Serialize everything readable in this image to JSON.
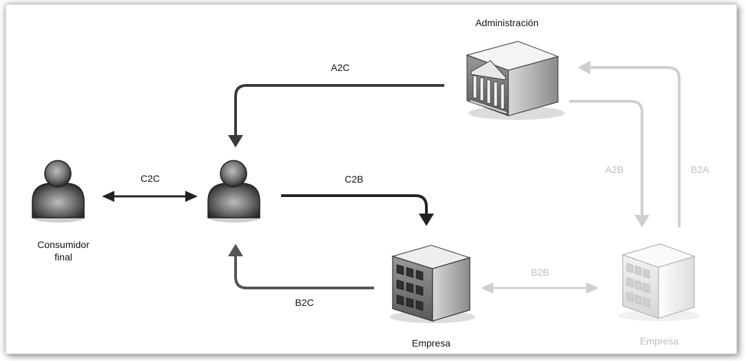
{
  "nodes": {
    "administracion": {
      "label": "Administración"
    },
    "consumidor_final": {
      "label_line1": "Consumidor",
      "label_line2": "final"
    },
    "empresa": {
      "label": "Empresa"
    },
    "empresa_externa": {
      "label": "Empresa"
    }
  },
  "edges": {
    "a2c": "A2C",
    "c2c": "C2C",
    "c2b": "C2B",
    "b2c": "B2C",
    "a2b": "A2B",
    "b2a": "B2A",
    "b2b": "B2B"
  },
  "colors": {
    "dark_arrow": "#3a3a3a",
    "light_arrow": "#cfcfcf",
    "label_dark": "#111111",
    "label_faint": "#bdbdbd"
  }
}
